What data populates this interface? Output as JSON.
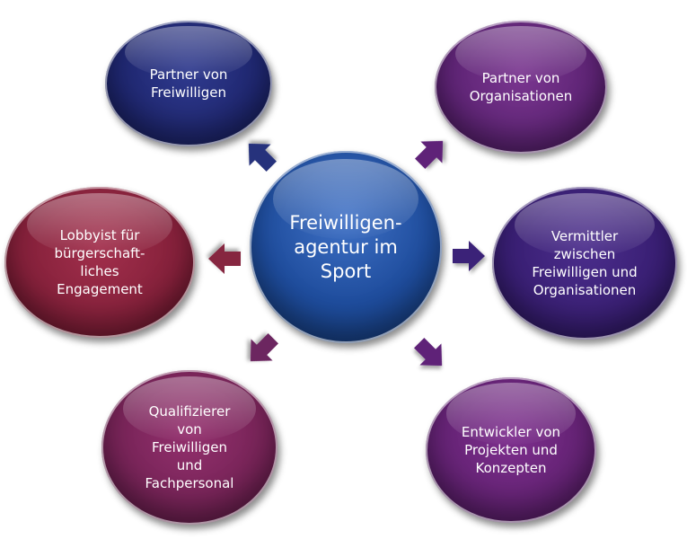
{
  "diagram": {
    "center": {
      "label": "Freiwilligen-\nagentur im\nSport",
      "color": "#1e4c9c"
    },
    "nodes": [
      {
        "id": "partner-freiwillige",
        "label": "Partner von\nFreiwilligen",
        "color": "#1f2770"
      },
      {
        "id": "partner-organisationen",
        "label": "Partner von\nOrganisationen",
        "color": "#5e2475"
      },
      {
        "id": "lobbyist",
        "label": "Lobbyist für\nbürgerschaft-\nliches\nEngagement",
        "color": "#84203a"
      },
      {
        "id": "vermittler",
        "label": "Vermittler\nzwischen\nFreiwilligen und\nOrganisationen",
        "color": "#381e72"
      },
      {
        "id": "qualifizierer",
        "label": "Qualifizierer\nvon\nFreiwilligen\nund\nFachpersonal",
        "color": "#752356"
      },
      {
        "id": "entwickler",
        "label": "Entwickler von\nProjekten und\nKonzepten",
        "color": "#632273"
      }
    ],
    "arrow_colors": {
      "navy": "#25307c",
      "purple": "#5f2478",
      "maroon": "#86253f",
      "indigo": "#3b2478",
      "plum": "#6c2560"
    }
  }
}
